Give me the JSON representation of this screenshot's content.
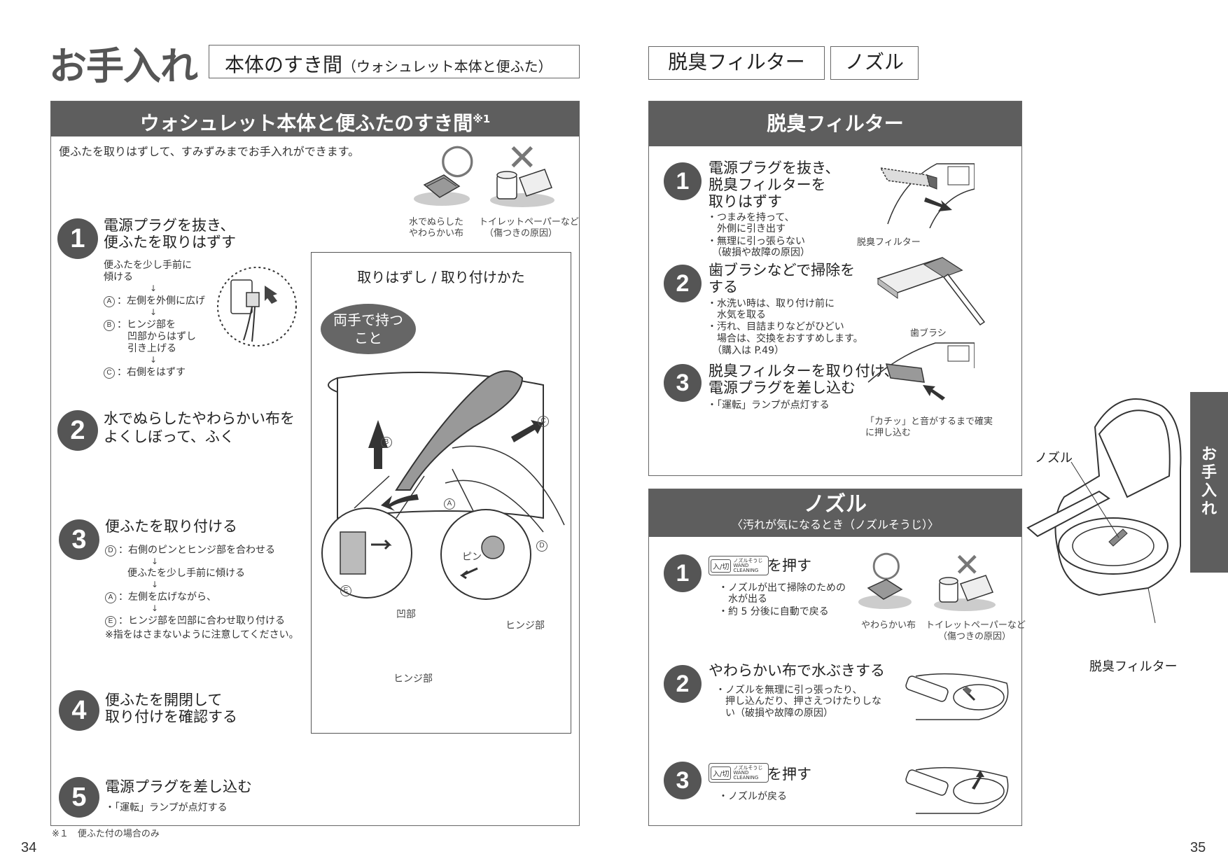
{
  "left": {
    "title": "お手入れ",
    "title_box": "本体のすき間",
    "title_box_sub": "（ウォシュレット本体と便ふた）",
    "section_title": "ウォシュレット本体と便ふたのすき間",
    "section_note_mark": "※1",
    "intro": "便ふたを取りはずして、すみずみまでお手入れができます。",
    "ok_mark": "○",
    "ng_mark": "✕",
    "ok_caption": [
      "水でぬらした",
      "やわらかい布"
    ],
    "ng_caption": [
      "トイレットペーパーなど",
      "（傷つきの原因）"
    ],
    "steps": [
      {
        "num": "1",
        "lines": [
          "電源プラグを抜き、",
          "便ふたを取りはずす"
        ]
      },
      {
        "num": "2",
        "lines": [
          "水でぬらしたやわらかい布を",
          "よくしぼって、ふく"
        ]
      },
      {
        "num": "3",
        "lines": [
          "便ふたを取り付ける"
        ]
      },
      {
        "num": "4",
        "lines": [
          "便ふたを開閉して",
          "取り付けを確認する"
        ]
      },
      {
        "num": "5",
        "lines": [
          "電源プラグを差し込む"
        ]
      }
    ],
    "step1_detail": {
      "pre": [
        "便ふたを少し手前に",
        "傾ける"
      ],
      "a": "：左側を外側に広げ",
      "b": [
        "：ヒンジ部を",
        "凹部からはずし",
        "引き上げる"
      ],
      "c": "：右側をはずす"
    },
    "step3_detail": {
      "d": "：右側のピンとヒンジ部を合わせる",
      "tilt": "便ふたを少し手前に傾ける",
      "a": "：左側を広げながら、",
      "e": "：ヒンジ部を凹部に合わせ取り付ける",
      "note": "※指をはさまないように注意してください。"
    },
    "step5_bullet": "・「運転」ランプが点灯する",
    "figure": {
      "title": "取りはずし / 取り付けかた",
      "bubble": [
        "両手で持つ",
        "こと"
      ],
      "label_pin": "ピン",
      "label_hinge": "ヒンジ部",
      "label_recess": "凹部",
      "label_hinge2": "ヒンジ部"
    },
    "letters": {
      "a": "A",
      "b": "B",
      "c": "C",
      "d": "D",
      "e": "E"
    },
    "footnote": "※１　便ふた付の場合のみ",
    "page_no": "34"
  },
  "right": {
    "title_box1": "脱臭フィルター",
    "title_box2": "ノズル",
    "filter": {
      "title": "脱臭フィルター",
      "steps": [
        {
          "num": "1",
          "lines": [
            "電源プラグを抜き、",
            "脱臭フィルターを",
            "取りはずす"
          ]
        },
        {
          "num": "2",
          "lines": [
            "歯ブラシなどで掃除を",
            "する"
          ]
        },
        {
          "num": "3",
          "lines": [
            "脱臭フィルターを取り付け、",
            "電源プラグを差し込む"
          ]
        }
      ],
      "step1_bullets": [
        "・つまみを持って、",
        "　外側に引き出す",
        "・無理に引っ張らない",
        "　（破損や故障の原因）"
      ],
      "step2_bullets": [
        "・水洗い時は、取り付け前に",
        "　水気を取る",
        "・汚れ、目詰まりなどがひどい",
        "　場合は、交換をおすすめします。",
        "　（購入は P.49）"
      ],
      "step3_bullets": [
        "・「運転」ランプが点灯する"
      ],
      "cap_filter": "脱臭フィルター",
      "cap_brush": "歯ブラシ",
      "cap_click": [
        "「カチッ」と音がするまで確実",
        "に押し込む"
      ]
    },
    "nozzle": {
      "title": "ノズル",
      "subtitle": "〈汚れが気になるとき（ノズルそうじ）〉",
      "btn_label": "入/切",
      "btn_label2": [
        "ノズルそうじ",
        "WAND",
        "CLEANING"
      ],
      "press": "を押す",
      "step1_bullets": [
        "・ノズルが出て掃除のための",
        "　水が出る",
        "・約 5 分後に自動で戻る"
      ],
      "step2": "やわらかい布で水ぶきする",
      "step2_bullets": [
        "・ノズルを無理に引っ張ったり、",
        "　押し込んだり、押さえつけたりしな",
        "　い（破損や故障の原因）"
      ],
      "step3_bullets": [
        "・ノズルが戻る"
      ],
      "ok_caption": "やわらかい布",
      "ng_caption": [
        "トイレットペーパーなど",
        "（傷つきの原因）"
      ],
      "nums": [
        "1",
        "2",
        "3"
      ]
    },
    "label_nozzle": "ノズル",
    "label_filter": "脱臭フィルター",
    "side_tab": [
      "お",
      "手",
      "入",
      "れ"
    ],
    "page_no": "35"
  }
}
